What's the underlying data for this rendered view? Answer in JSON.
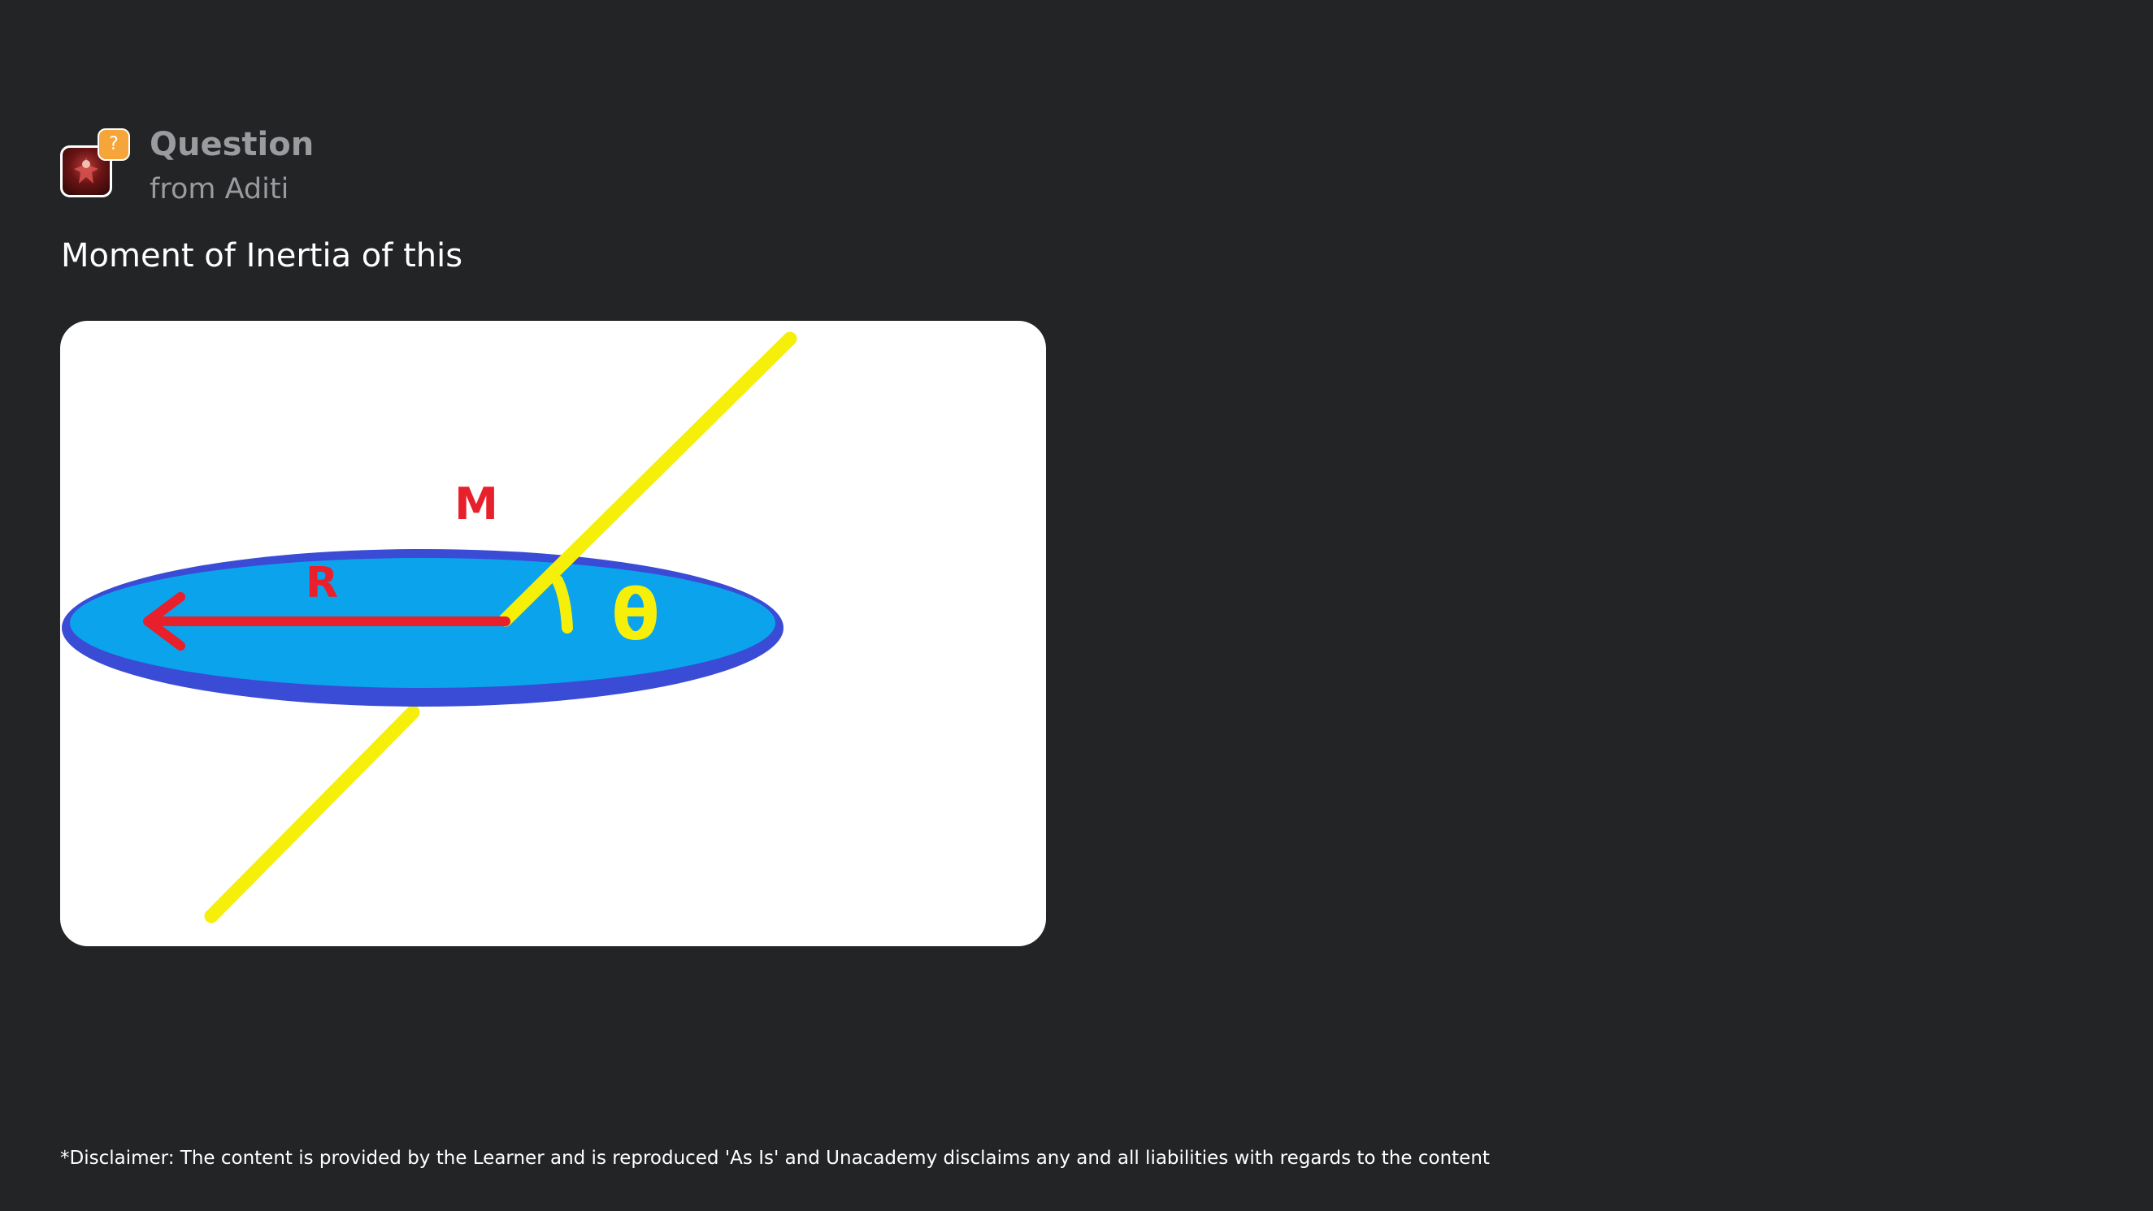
{
  "header": {
    "title": "Question",
    "subtitle": "from Aditi",
    "badge_icon": "question-mark-icon",
    "badge_glyph": "?",
    "avatar_icon": "user-avatar"
  },
  "question": {
    "text": "Moment of Inertia of this"
  },
  "figure": {
    "labels": {
      "mass": "M",
      "radius": "R",
      "angle": "θ"
    },
    "colors": {
      "disc_fill": "#0ba3ec",
      "disc_rim": "#3a4bd6",
      "axis": "#f5ef0a",
      "radius_arrow": "#e8202c",
      "background": "#ffffff"
    }
  },
  "footer": {
    "disclaimer": "*Disclaimer: The content is provided by the Learner and is reproduced 'As Is' and Unacademy disclaims any and all liabilities with regards to the content"
  },
  "theme": {
    "background": "#232426",
    "title_color": "#9a9b9f",
    "badge_color": "#f5a53a"
  }
}
